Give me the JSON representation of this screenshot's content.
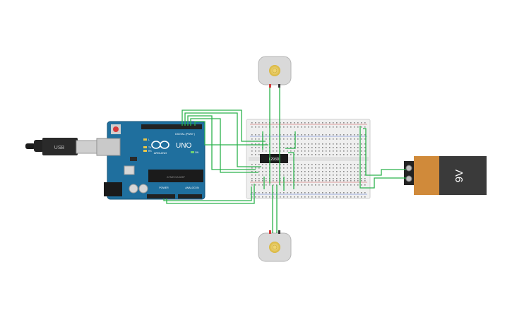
{
  "board": {
    "brand": "UNO",
    "maker": "ARDUINO",
    "header_digital": "DIGITAL (PWM~)",
    "header_power": "POWER",
    "header_analog": "ANALOG IN",
    "chip": "ATMEGA328P",
    "led_tx": "TX",
    "led_rx": "RX",
    "led_l": "L",
    "led_on": "ON"
  },
  "usb": {
    "label": "USB"
  },
  "driver_chip": {
    "label": "L293D"
  },
  "battery": {
    "label": "9V"
  },
  "motors": [
    {
      "name": "motor-top"
    },
    {
      "name": "motor-bottom"
    }
  ],
  "colors": {
    "wire": "#2bb24c",
    "board": "#1f6f9e",
    "breadboard": "#efefef",
    "battery_body": "#3a3a3a",
    "battery_band": "#d08a3a"
  }
}
